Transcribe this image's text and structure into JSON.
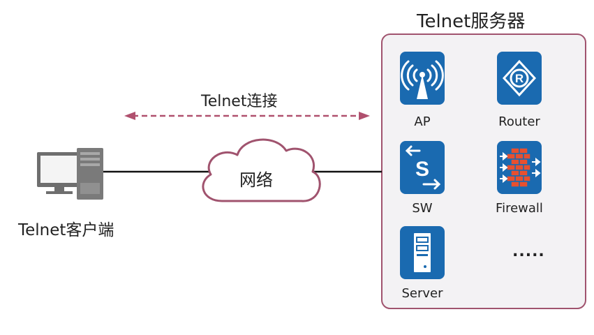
{
  "server_title": "Telnet服务器",
  "connection_label": "Telnet连接",
  "network_label": "网络",
  "client_label": "Telnet客户端",
  "devices": [
    {
      "label": "AP",
      "icon": "wireless-ap-icon"
    },
    {
      "label": "Router",
      "icon": "router-icon"
    },
    {
      "label": "SW",
      "icon": "switch-icon"
    },
    {
      "label": "Firewall",
      "icon": "firewall-icon"
    },
    {
      "label": "Server",
      "icon": "server-icon"
    }
  ],
  "more_label": ".....",
  "colors": {
    "tile_blue": "#1a6ab0",
    "accent_maroon": "#a0536e",
    "panel_fill": "#f3f2f4",
    "firewall_red": "#e8502f"
  }
}
